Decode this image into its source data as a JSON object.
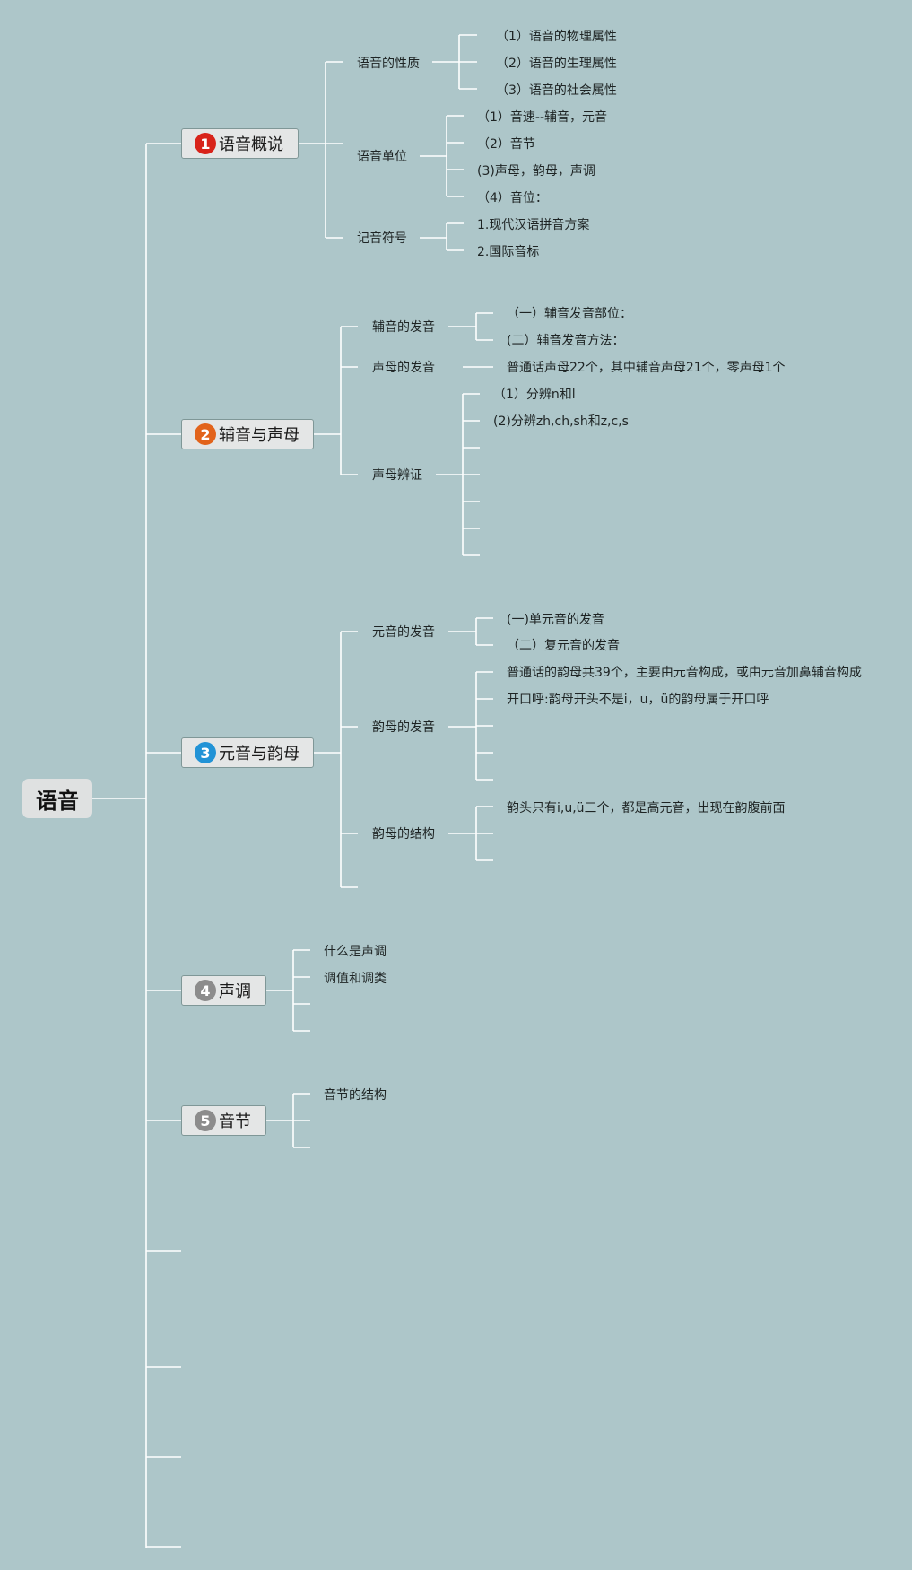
{
  "root": {
    "label": "语音"
  },
  "branches": [
    {
      "number": "1",
      "color": "#d8231a",
      "label": "语音概说",
      "children": [
        {
          "label": "语音的性质",
          "children": [
            "（1）语音的物理属性",
            "（2）语音的生理属性",
            "（3）语音的社会属性"
          ]
        },
        {
          "label": "语音单位",
          "children": [
            "（1）音速--辅音，元音",
            "（2）音节",
            "(3)声母，韵母，声调",
            "（4）音位："
          ]
        },
        {
          "label": "记音符号",
          "children": [
            "1.现代汉语拼音方案",
            "2.国际音标"
          ]
        }
      ]
    },
    {
      "number": "2",
      "color": "#e2631b",
      "label": "辅音与声母",
      "children": [
        {
          "label": "辅音的发音",
          "children": [
            "（一）辅音发音部位：",
            "(二）辅音发音方法："
          ]
        },
        {
          "label": "声母的发音",
          "children": [
            "普通话声母22个，其中辅音声母21个，零声母1个"
          ]
        },
        {
          "label": "声母辨证",
          "children": [
            "（1）分辨n和l",
            "(2)分辨zh,ch,sh和z,c,s",
            "",
            "",
            "",
            "",
            ""
          ]
        }
      ]
    },
    {
      "number": "3",
      "color": "#2293d6",
      "label": "元音与韵母",
      "children": [
        {
          "label": "元音的发音",
          "children": [
            "(一)单元音的发音",
            "（二）复元音的发音"
          ]
        },
        {
          "label": "韵母的发音",
          "children": [
            "普通话的韵母共39个，主要由元音构成，或由元音加鼻辅音构成",
            "开口呼:韵母开头不是i，u，ü的韵母属于开口呼",
            "",
            "",
            ""
          ]
        },
        {
          "label": "韵母的结构",
          "children": [
            "韵头只有i,u,ü三个，都是高元音，出现在韵腹前面",
            "",
            ""
          ]
        },
        {
          "label": "",
          "children": []
        }
      ]
    },
    {
      "number": "4",
      "color": "#8c8c8c",
      "label": "声调",
      "children": [
        {
          "label": "什么是声调",
          "children": []
        },
        {
          "label": "调值和调类",
          "children": []
        },
        {
          "label": "",
          "children": []
        },
        {
          "label": "",
          "children": []
        }
      ]
    },
    {
      "number": "5",
      "color": "#8c8c8c",
      "label": "音节",
      "children": [
        {
          "label": "音节的结构",
          "children": []
        },
        {
          "label": "",
          "children": []
        },
        {
          "label": "",
          "children": []
        }
      ]
    },
    {
      "label": ""
    },
    {
      "label": ""
    },
    {
      "label": ""
    },
    {
      "label": ""
    }
  ]
}
